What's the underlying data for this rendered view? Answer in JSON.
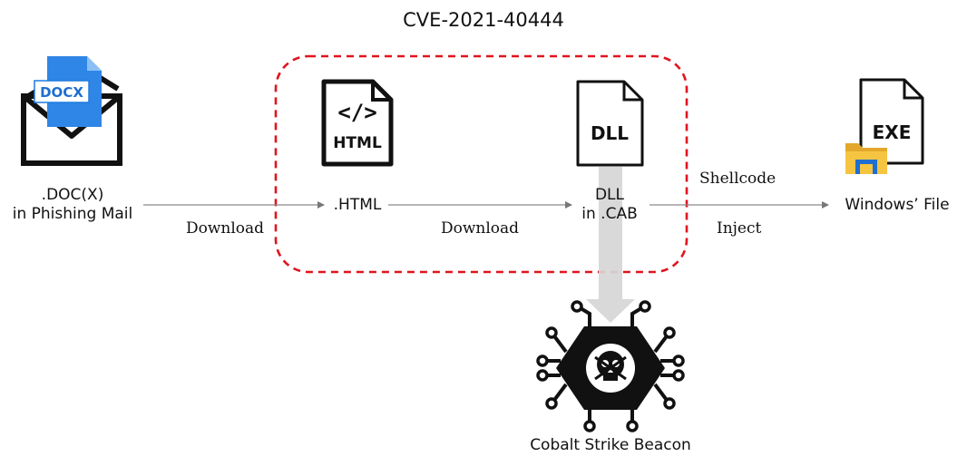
{
  "title": "CVE-2021-40444",
  "nodes": {
    "doc": {
      "line1": ".DOC(X)",
      "line2": "in Phishing Mail",
      "badge": "DOCX",
      "icon": "email-envelope-icon"
    },
    "html": {
      "label": ".HTML",
      "badge": "HTML",
      "glyph": "</>",
      "icon": "html-file-icon"
    },
    "dll": {
      "line1": "DLL",
      "line2": "in .CAB",
      "badge": "DLL",
      "icon": "dll-file-icon"
    },
    "exe": {
      "label": "Windows’ File",
      "badge": "EXE",
      "icon": "exe-file-icon"
    },
    "beacon": {
      "label": "Cobalt Strike Beacon",
      "icon": "skull-hexagon-icon"
    }
  },
  "edges": {
    "download1": "Download",
    "download2": "Download",
    "shellcode": "Shellcode",
    "inject": "Inject"
  },
  "colors": {
    "highlight_box": "#e0141e",
    "docx_blue": "#1e7be0",
    "folder_yellow": "#f5c542",
    "folder_blue": "#1f6fd1",
    "arrow_gray": "#d6d6d6",
    "line_gray": "#8a8a8a"
  }
}
